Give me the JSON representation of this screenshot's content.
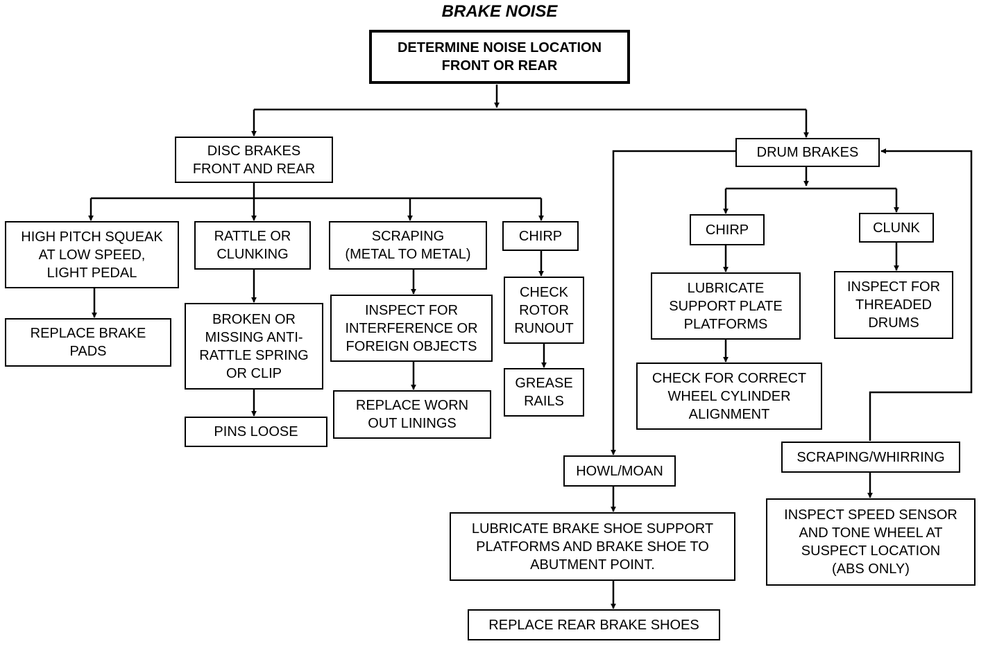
{
  "title": "BRAKE NOISE",
  "nodes": {
    "root": "DETERMINE NOISE LOCATION\nFRONT OR REAR",
    "disc": "DISC BRAKES\nFRONT AND REAR",
    "drum": "DRUM BRAKES",
    "squeak": "HIGH PITCH SQUEAK\nAT LOW SPEED,\nLIGHT PEDAL",
    "replace_pads": "REPLACE BRAKE\nPADS",
    "rattle": "RATTLE OR\nCLUNKING",
    "broken_spring": "BROKEN OR\nMISSING ANTI-\nRATTLE SPRING\nOR CLIP",
    "pins_loose": "PINS LOOSE",
    "scraping": "SCRAPING\n(METAL TO METAL)",
    "inspect_interference": "INSPECT FOR\nINTERFERENCE OR\nFOREIGN OBJECTS",
    "replace_linings": "REPLACE WORN\nOUT LININGS",
    "chirp_disc": "CHIRP",
    "check_rotor": "CHECK\nROTOR\nRUNOUT",
    "grease_rails": "GREASE\nRAILS",
    "chirp_drum": "CHIRP",
    "lubricate_plate": "LUBRICATE\nSUPPORT PLATE\nPLATFORMS",
    "check_cylinder": "CHECK FOR CORRECT\nWHEEL CYLINDER\nALIGNMENT",
    "clunk": "CLUNK",
    "inspect_threaded": "INSPECT FOR\nTHREADED\nDRUMS",
    "howl": "HOWL/MOAN",
    "lubricate_shoe": "LUBRICATE BRAKE SHOE SUPPORT\nPLATFORMS AND BRAKE SHOE TO\nABUTMENT POINT.",
    "replace_shoes": "REPLACE REAR BRAKE SHOES",
    "scraping_whirring": "SCRAPING/WHIRRING",
    "inspect_sensor": "INSPECT SPEED SENSOR\nAND TONE WHEEL AT\nSUSPECT LOCATION\n(ABS ONLY)"
  }
}
